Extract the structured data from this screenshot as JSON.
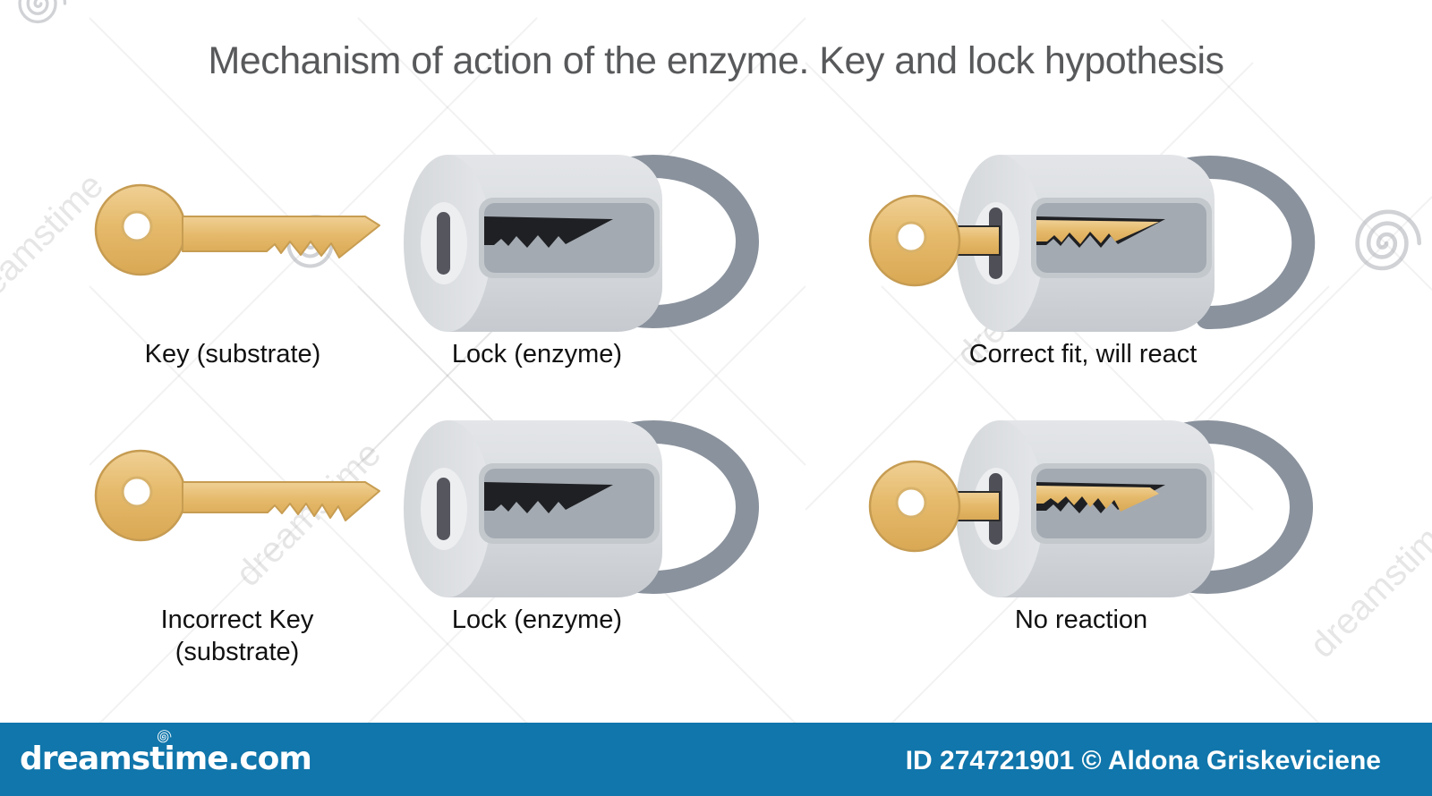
{
  "title": "Mechanism of action of the enzyme. Key and lock hypothesis",
  "labels": {
    "key1": "Key (substrate)",
    "lock1": "Lock (enzyme)",
    "correct_fit": "Correct fit, will react",
    "incorrect_key_line1": "Incorrect Key",
    "incorrect_key_line2": "(substrate)",
    "lock2": "Lock (enzyme)",
    "no_reaction": "No reaction"
  },
  "watermark": {
    "diagonal_text": "dreamstime"
  },
  "footer": {
    "logo_text": "dreamstime.com",
    "credit": "ID 274721901 © Aldona Griskeviciene",
    "bar_color": "#1076ab"
  },
  "colors": {
    "key_gold": "#e5ba6b",
    "lock_body_gray": "#d9dcdf",
    "lock_window_gray": "#a3aab2",
    "keyway_black": "#1f2023",
    "shackle_gray": "#8a929d",
    "title_gray": "#58595b"
  }
}
